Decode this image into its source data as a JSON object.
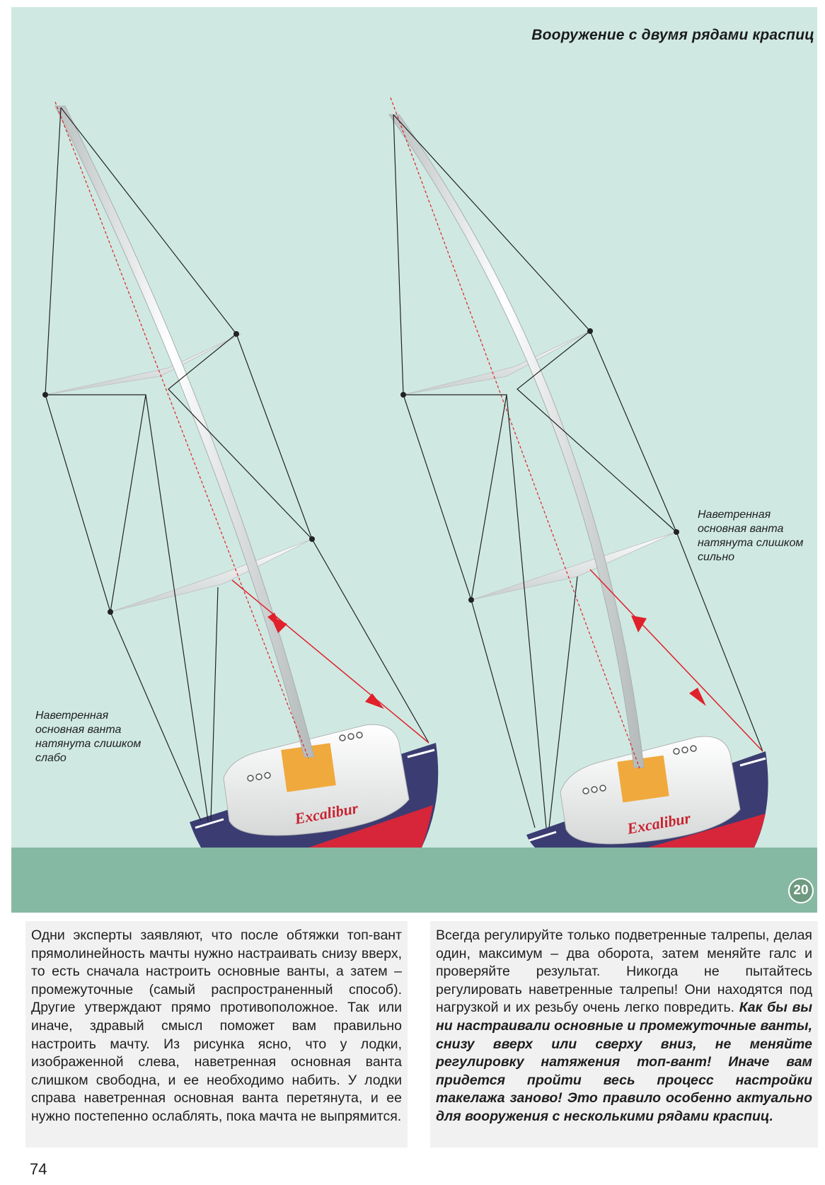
{
  "page": {
    "title": "Вооружение с двумя рядами краспиц",
    "figure_number": "20",
    "page_number": "74"
  },
  "figure": {
    "left_callout": "Наветренная\nосновная ванта\nнатянута слишком\nслабо",
    "right_callout": "Наветренная\nосновная ванта\nнатянута слишком\nсильно",
    "boat_name": "Excalibur",
    "colors": {
      "background": "#cfe9e2",
      "water": "#86b9a3",
      "hull_blue": "#3b3d72",
      "hull_red": "#d7253a",
      "deck": "#f2f2f2",
      "hatch": "#f0a93c",
      "rig_wire": "#222222",
      "arrows": "#e0212b"
    }
  },
  "text": {
    "left_paragraph": "Одни эксперты заявляют, что после обтяжки топ-вант прямолинейность мачты нужно настраивать снизу вверх, то есть сначала настроить основные ванты, а затем – промежуточные (самый распространенный способ). Другие утверждают прямо противоположное. Так или иначе, здравый смысл поможет вам правильно настроить мачту. Из рисунка ясно, что у лодки, изображенной слева, наветренная основная ванта слишком свободна, и ее необходимо набить. У лодки справа наветренная основная ванта перетянута, и ее нужно постепенно ослаблять, пока мачта не выпрямится.",
    "right_paragraph_plain": "Всегда регулируйте только подветренные талрепы, делая один, максимум – два оборота, затем меняйте галс и проверяйте результат. Никогда не пытайтесь регулировать наветренные талрепы! Они находятся под нагрузкой и их резьбу очень легко повредить.",
    "right_paragraph_emphasis": "Как бы вы ни настраивали основные и промежуточные ванты, снизу вверх или сверху вниз, не меняйте регулировку натяжения топ-вант! Иначе вам придется пройти весь процесс настройки такелажа заново! Это правило особенно актуально для вооружения с несколькими рядами краспиц."
  }
}
